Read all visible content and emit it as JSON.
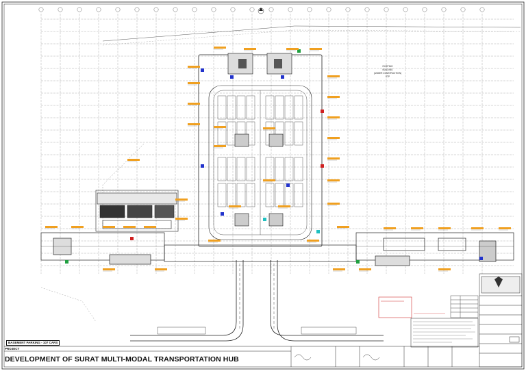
{
  "drawing": {
    "project_label": "PROJECT",
    "project_title": "DEVELOPMENT OF SURAT MULTI-MODAL TRANSPORTATION HUB",
    "basement_label": "BASEMENT PARKING - 107 CARS",
    "existing_building_note": [
      "EXISTING",
      "BUILDING",
      "(UNDER CONSTRUCTION)",
      "STP"
    ]
  },
  "colors": {
    "line": "#222222",
    "grid": "#555555",
    "orange_tag": "#f0a020",
    "blue_equipment": "#2233cc",
    "red_equipment": "#d02020",
    "green_equipment": "#20a040",
    "cyan_equipment": "#20c0c0",
    "red_note_box": "#d03030"
  }
}
